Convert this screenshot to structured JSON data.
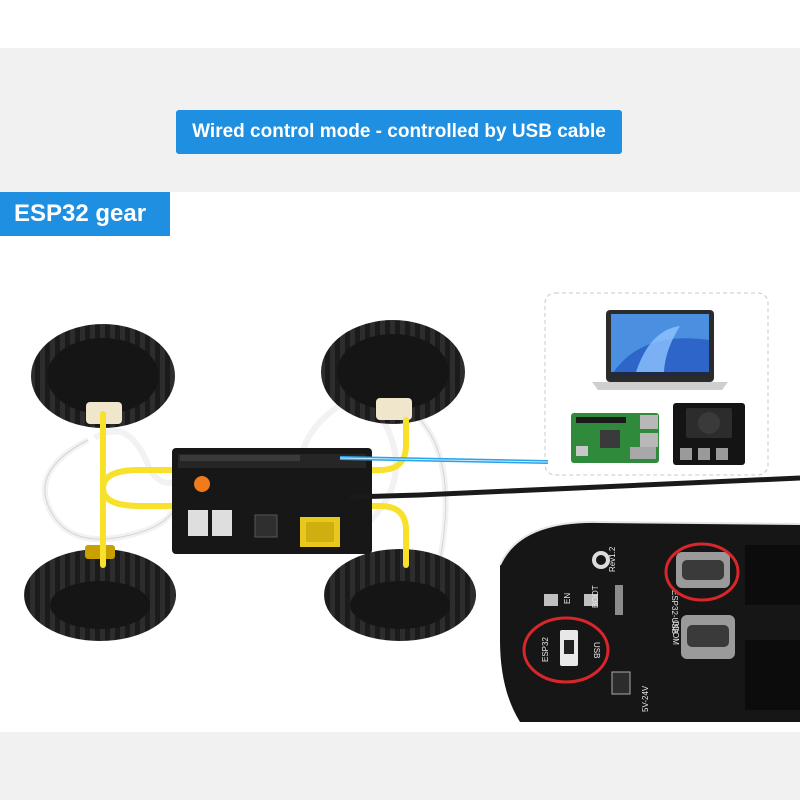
{
  "banner": {
    "text": "Wired control mode - controlled by USB cable"
  },
  "tag": {
    "text": "ESP32 gear"
  },
  "board_closeup": {
    "silk_rev": "Rev1.2",
    "silk_en": "EN",
    "silk_boot": "BOOT",
    "silk_esp32_usb": "ESP32-USB",
    "silk_usb": "USB",
    "silk_esp32": "ESP32",
    "silk_odom": "ODOM",
    "silk_power": "5V-24V"
  },
  "colors": {
    "accent_blue": "#1e8fe1",
    "wire_yellow": "#f7e12a",
    "cable_blue": "#2aa3e8",
    "highlight_red": "#d8262a",
    "marker_orange": "#f07a1c"
  },
  "icons": [
    "laptop-icon",
    "raspberry-pi-board",
    "jetson-module",
    "car-chassis",
    "usb-cable"
  ]
}
